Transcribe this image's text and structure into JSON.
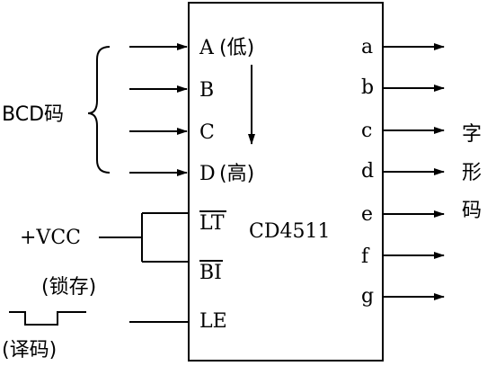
{
  "chip": {
    "name": "CD4511",
    "inputs": [
      "A",
      "B",
      "C",
      "D"
    ],
    "input_notes": {
      "A": "(低)",
      "D": "(高)"
    },
    "control_pins": [
      "LT",
      "BI",
      "LE"
    ],
    "outputs": [
      "a",
      "b",
      "c",
      "d",
      "e",
      "f",
      "g"
    ]
  },
  "labels": {
    "bcd": "BCD码",
    "vcc": "+VCC",
    "latch": "(锁存)",
    "decode": "(译码)",
    "segment_code": [
      "字",
      "形",
      "码"
    ]
  }
}
